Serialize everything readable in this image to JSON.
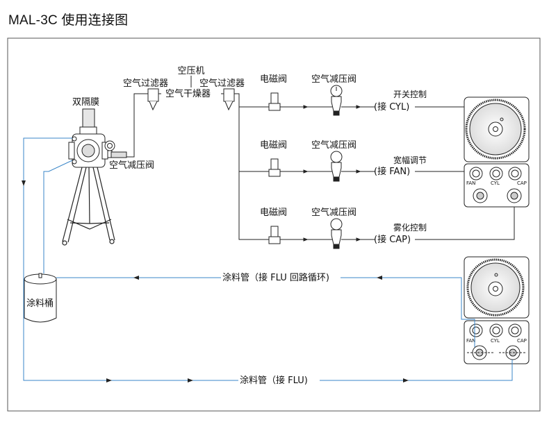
{
  "title": "MAL-3C 使用连接图",
  "labels": {
    "compressor": "空压机",
    "air_filter_left": "空气过滤器",
    "air_filter_right": "空气过滤器",
    "air_dryer": "空气干燥器",
    "diaphragm": "双隔膜",
    "pump_reducing_valve": "空气减压阀",
    "solenoid_1": "电磁阀",
    "solenoid_2": "电磁阀",
    "solenoid_3": "电磁阀",
    "reducing_1": "空气减压阀",
    "reducing_2": "空气减压阀",
    "reducing_3": "空气减压阀",
    "switch_control": "开关控制",
    "width_control": "宽幅调节",
    "atomize_control": "雾化控制",
    "connect_cyl": "(接  CYL)",
    "connect_fan": "(接  FAN)",
    "connect_cap": "(接  CAP)",
    "bucket": "涂料桶",
    "return_pipe": "涂料管（接   FLU 回路循环)",
    "supply_pipe": "涂料管（接   FLU)"
  },
  "ports": {
    "fan": "FAN",
    "cyl": "CYL",
    "cap": "CAP"
  },
  "colors": {
    "blue_line": "#3a86c8",
    "black_line": "#222222",
    "frame": "#555555"
  }
}
